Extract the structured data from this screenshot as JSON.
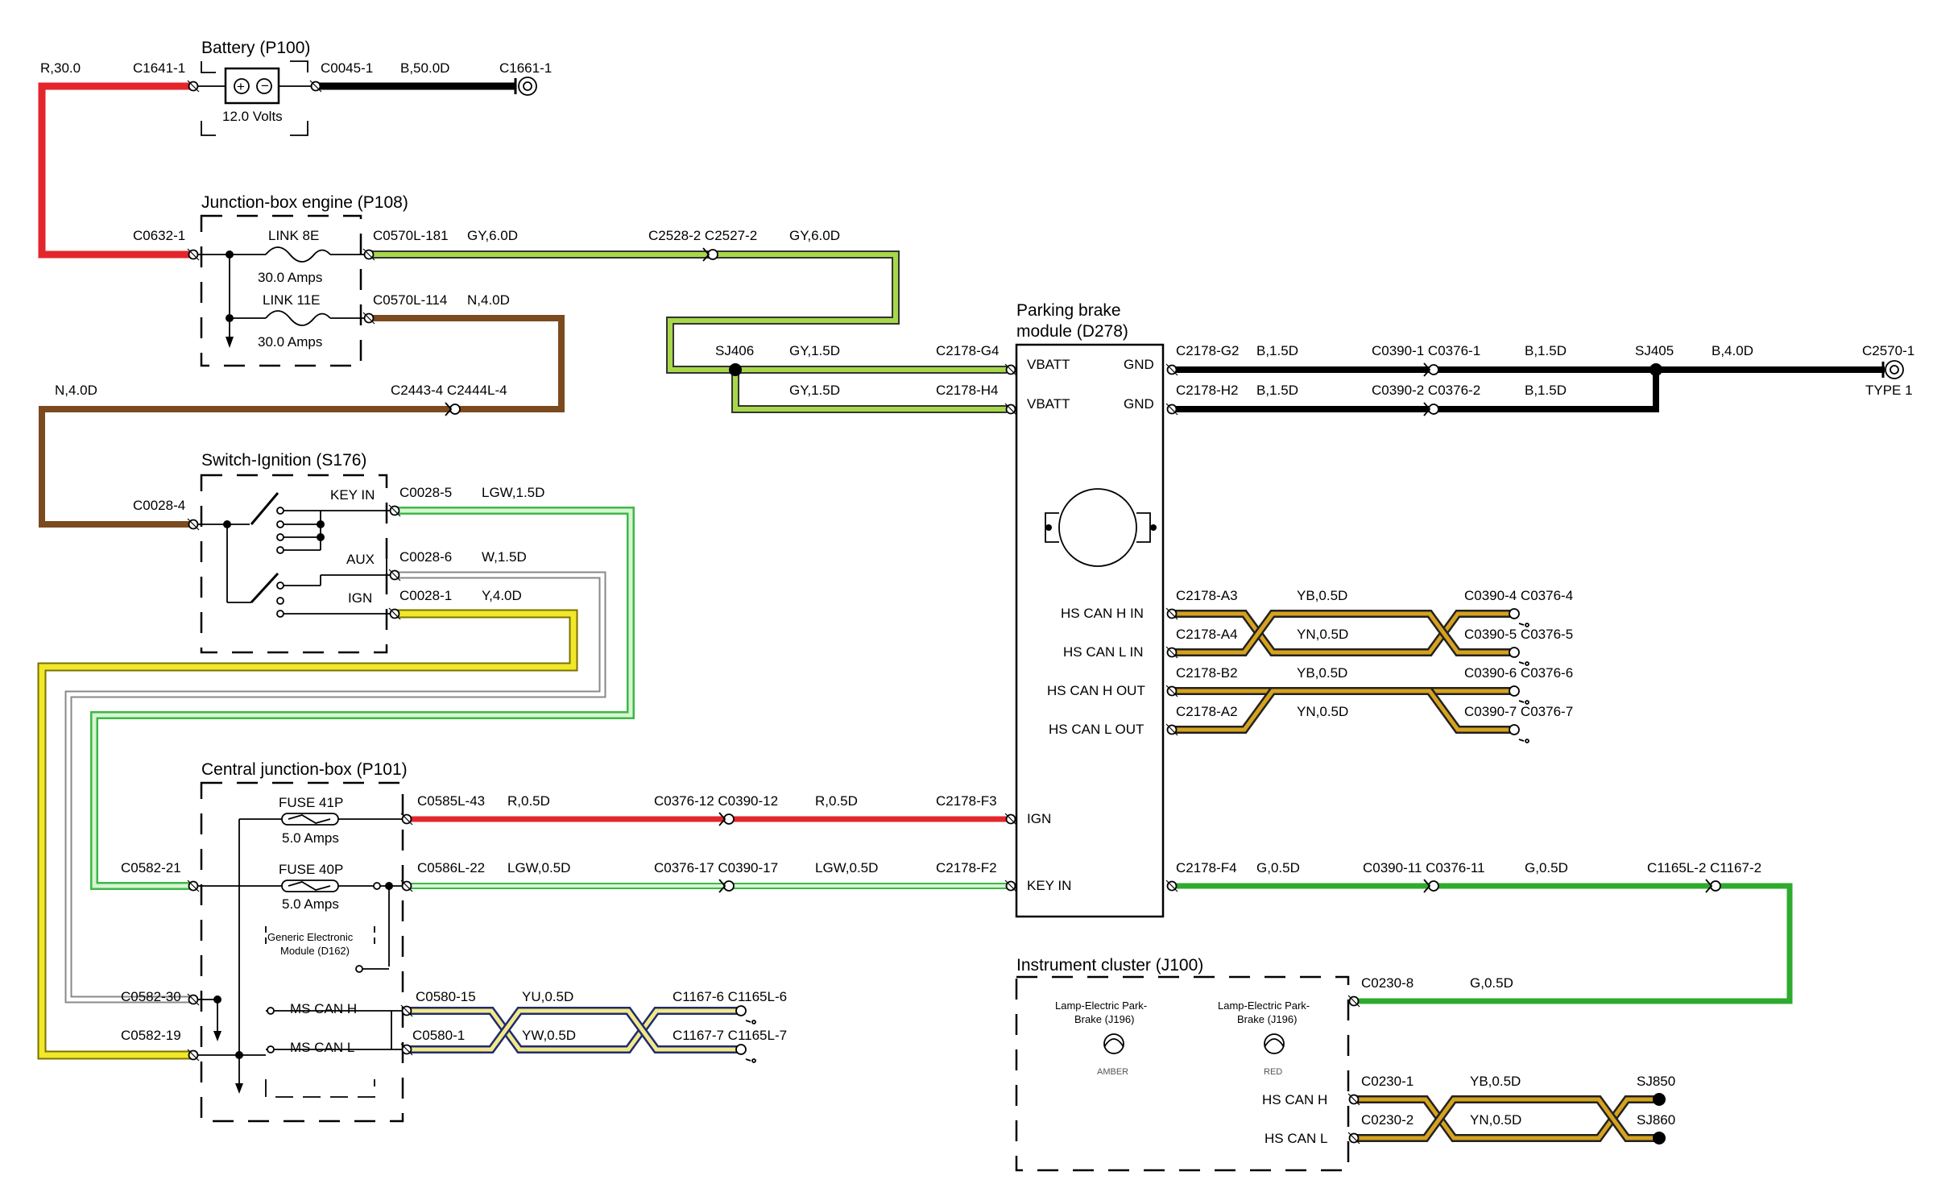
{
  "colors": {
    "red": "#e3262b",
    "black": "#000000",
    "brown": "#7b4a1e",
    "gray_green_fill": "#a7d84a",
    "light_green_fill": "#8be28b",
    "green": "#2eaa2e",
    "yellow": "#f2e82a",
    "white_wire": "#ffffff",
    "gold": "#d6a21e",
    "dark": "#222222"
  },
  "components": {
    "battery": {
      "title": "Battery (P100)",
      "voltage": "12.0 Volts"
    },
    "junction_engine": {
      "title": "Junction-box engine (P108)",
      "link1": "LINK 8E",
      "link1_amps": "30.0 Amps",
      "link2": "LINK 11E",
      "link2_amps": "30.0 Amps"
    },
    "switch_ignition": {
      "title": "Switch-Ignition (S176)",
      "key_in": "KEY IN",
      "aux": "AUX",
      "ign": "IGN"
    },
    "central_jb": {
      "title": "Central junction-box (P101)",
      "fuse1": "FUSE 41P",
      "fuse1_amps": "5.0 Amps",
      "fuse2": "FUSE 40P",
      "fuse2_amps": "5.0 Amps",
      "gem_line1": "Generic Electronic",
      "gem_line2": "Module (D162)",
      "ms_can_h": "MS CAN H",
      "ms_can_l": "MS CAN L"
    },
    "parking_brake": {
      "title_line1": "Parking brake",
      "title_line2": "module (D278)",
      "vbatt1": "VBATT",
      "vbatt2": "VBATT",
      "gnd1": "GND",
      "gnd2": "GND",
      "hs_can_h_in": "HS CAN H IN",
      "hs_can_l_in": "HS CAN L IN",
      "hs_can_h_out": "HS CAN H OUT",
      "hs_can_l_out": "HS CAN L OUT",
      "ign": "IGN",
      "key_in": "KEY IN"
    },
    "instrument_cluster": {
      "title": "Instrument cluster (J100)",
      "lamp1_line1": "Lamp-Electric Park-",
      "lamp1_line2": "Brake (J196)",
      "lamp1_color": "AMBER",
      "lamp2_line1": "Lamp-Electric Park-",
      "lamp2_line2": "Brake (J196)",
      "lamp2_color": "RED",
      "hs_can_h": "HS CAN H",
      "hs_can_l": "HS CAN L"
    }
  },
  "labels": {
    "bat_r": "R,30.0",
    "bat_c1641": "C1641-1",
    "bat_c0045": "C0045-1",
    "bat_b50": "B,50.0D",
    "bat_c1661": "C1661-1",
    "c0632": "C0632-1",
    "c0570l181": "C0570L-181",
    "gy60a": "GY,6.0D",
    "c2528": "C2528-2 C2527-2",
    "gy60b": "GY,6.0D",
    "c0570l114": "C0570L-114",
    "n40a": "N,4.0D",
    "n40b": "N,4.0D",
    "c2443": "C2443-4 C2444L-4",
    "sj406": "SJ406",
    "gy15a": "GY,1.5D",
    "c2178g4": "C2178-G4",
    "gy15b": "GY,1.5D",
    "c2178h4": "C2178-H4",
    "c2178g2": "C2178-G2",
    "b15a": "B,1.5D",
    "c0390_1": "C0390-1 C0376-1",
    "b15b": "B,1.5D",
    "sj405": "SJ405",
    "b40": "B,4.0D",
    "c2570": "C2570-1",
    "type1": "TYPE 1",
    "c2178h2": "C2178-H2",
    "b15c": "B,1.5D",
    "c0390_2": "C0390-2 C0376-2",
    "b15d": "B,1.5D",
    "c0028_4": "C0028-4",
    "c0028_5": "C0028-5",
    "lgw15": "LGW,1.5D",
    "c0028_6": "C0028-6",
    "w15": "W,1.5D",
    "c0028_1": "C0028-1",
    "y40": "Y,4.0D",
    "c2178a3": "C2178-A3",
    "yb05a": "YB,0.5D",
    "c0390_4": "C0390-4 C0376-4",
    "c2178a4": "C2178-A4",
    "yn05a": "YN,0.5D",
    "c0390_5": "C0390-5 C0376-5",
    "c2178b2": "C2178-B2",
    "yb05b": "YB,0.5D",
    "c0390_6": "C0390-6 C0376-6",
    "c2178a2": "C2178-A2",
    "yn05b": "YN,0.5D",
    "c0390_7": "C0390-7 C0376-7",
    "c0585l43": "C0585L-43",
    "r05a": "R,0.5D",
    "c0376_12": "C0376-12 C0390-12",
    "r05b": "R,0.5D",
    "c2178f3": "C2178-F3",
    "c0582_21": "C0582-21",
    "c0586l22": "C0586L-22",
    "lgw05a": "LGW,0.5D",
    "c0376_17": "C0376-17 C0390-17",
    "lgw05b": "LGW,0.5D",
    "c2178f2": "C2178-F2",
    "c2178f4": "C2178-F4",
    "g05a": "G,0.5D",
    "c0390_11": "C0390-11 C0376-11",
    "g05b": "G,0.5D",
    "c1165l2": "C1165L-2 C1167-2",
    "c0582_30": "C0582-30",
    "c0580_15": "C0580-15",
    "yu05": "YU,0.5D",
    "c1167_6": "C1167-6 C1165L-6",
    "c0582_19": "C0582-19",
    "c0580_1": "C0580-1",
    "yw05": "YW,0.5D",
    "c1167_7": "C1167-7 C1165L-7",
    "c0230_8": "C0230-8",
    "g05c": "G,0.5D",
    "c0230_1": "C0230-1",
    "yb05c": "YB,0.5D",
    "sj850": "SJ850",
    "c0230_2": "C0230-2",
    "yn05c": "YN,0.5D",
    "sj860": "SJ860"
  }
}
